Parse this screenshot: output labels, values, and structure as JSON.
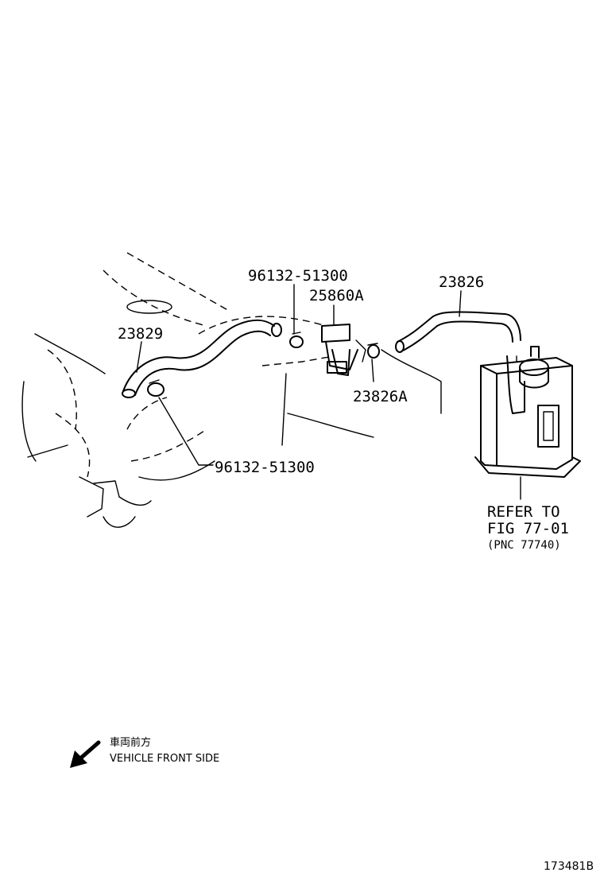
{
  "callouts": {
    "clip_top": "96132-51300",
    "vsv": "25860A",
    "hose_right": "23826",
    "hose_left": "23829",
    "hose_small": "23826A",
    "clip_bottom": "96132-51300"
  },
  "refer": {
    "line1": "REFER TO",
    "line2": "FIG 77-01",
    "line3": "(PNC 77740)"
  },
  "legend": {
    "jp": "車両前方",
    "en": "VEHICLE FRONT SIDE"
  },
  "figure_id": "173481B"
}
